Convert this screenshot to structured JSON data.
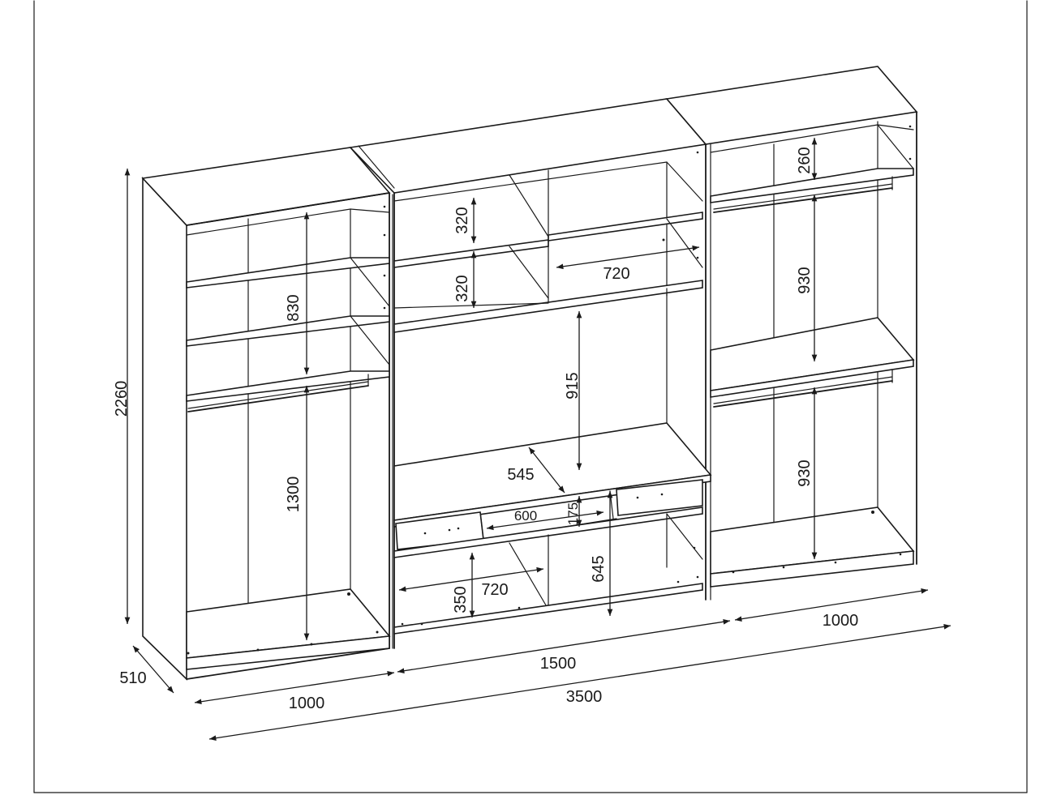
{
  "dimensions": {
    "total_height": "2260",
    "depth": "510",
    "total_width": "3500",
    "left_section_width": "1000",
    "middle_section_width": "1500",
    "right_section_width": "1000",
    "left_upper_shelf": "830",
    "left_hanging": "1300",
    "mid_top_shelf_1": "320",
    "mid_top_shelf_2": "320",
    "mid_right_shelf_width": "720",
    "tv_niche_height": "915",
    "tv_niche_depth": "545",
    "drawer_width": "600",
    "drawer_height": "175",
    "mid_lower_height": "645",
    "mid_lower_shelf": "350",
    "mid_lower_width": "720",
    "right_top_shelf": "260",
    "right_upper_hanging": "930",
    "right_lower_hanging": "930"
  },
  "colors": {
    "line": "#1a1a1a",
    "background": "#ffffff"
  }
}
